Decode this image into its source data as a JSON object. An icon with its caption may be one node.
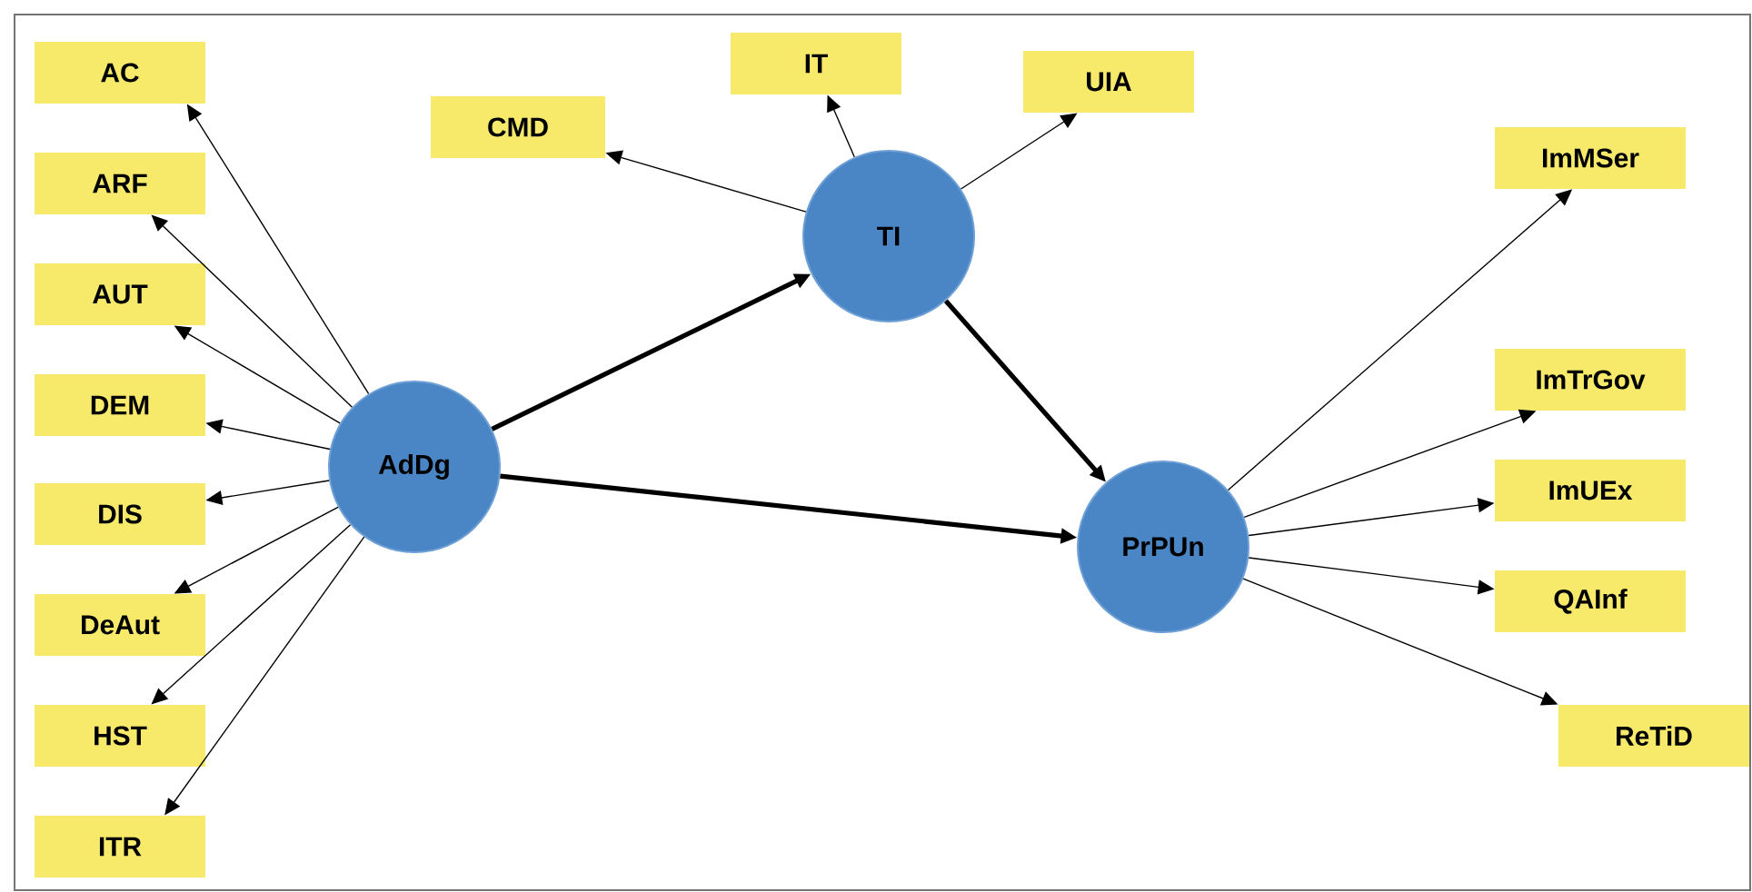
{
  "diagram": {
    "nodes": [
      {
        "text": [
          "AC"
        ]
      },
      {
        "text": [
          "ARF"
        ]
      },
      {
        "text": [
          "AUT"
        ]
      },
      {
        "text": [
          "DEM"
        ]
      },
      {
        "text": [
          "DIS"
        ]
      },
      {
        "text": [
          "DeAut"
        ]
      },
      {
        "text": [
          "HST"
        ]
      },
      {
        "text": [
          "ITR"
        ]
      },
      {
        "text": [
          "CMD"
        ]
      },
      {
        "text": [
          "IT"
        ]
      },
      {
        "text": [
          "UIA"
        ]
      },
      {
        "text": [
          "TI"
        ]
      },
      {
        "text": [
          "AdDg"
        ]
      },
      {
        "text": [
          "PrPUn"
        ]
      },
      {
        "text": [
          "ImMSer"
        ]
      },
      {
        "text": [
          "ImTrGov"
        ]
      },
      {
        "text": [
          "ImUEx"
        ]
      },
      {
        "text": [
          "QAInf"
        ]
      },
      {
        "text": [
          "ReTiD"
        ]
      }
    ],
    "edges": [
      {
        "from": 12,
        "to": 0,
        "arrow": "to"
      },
      {
        "from": 12,
        "to": 1,
        "arrow": "to"
      },
      {
        "from": 12,
        "to": 2,
        "arrow": "to"
      },
      {
        "from": 12,
        "to": 3,
        "arrow": "to"
      },
      {
        "from": 12,
        "to": 4,
        "arrow": "to"
      },
      {
        "from": 12,
        "to": 5,
        "arrow": "to"
      },
      {
        "from": 12,
        "to": 6,
        "arrow": "to"
      },
      {
        "from": 12,
        "to": 7,
        "arrow": "to"
      },
      {
        "from": 11,
        "to": 8,
        "arrow": "to"
      },
      {
        "from": 11,
        "to": 9,
        "arrow": "to"
      },
      {
        "from": 11,
        "to": 10,
        "arrow": "to"
      },
      {
        "from": 12,
        "to": 11,
        "arrow": "to",
        "style": "thick"
      },
      {
        "from": 12,
        "to": 13,
        "arrow": "to",
        "style": "thick"
      },
      {
        "from": 11,
        "to": 13,
        "arrow": "to",
        "style": "thick"
      },
      {
        "from": 13,
        "to": 14,
        "arrow": "to"
      },
      {
        "from": 13,
        "to": 15,
        "arrow": "to"
      },
      {
        "from": 13,
        "to": 16,
        "arrow": "to"
      },
      {
        "from": 13,
        "to": 17,
        "arrow": "to"
      },
      {
        "from": 13,
        "to": 18,
        "arrow": "to"
      }
    ]
  }
}
